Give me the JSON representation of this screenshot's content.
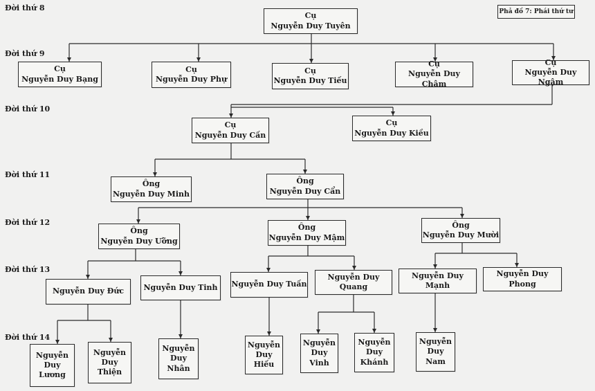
{
  "legend": "Phả đồ 7: Phái thứ tư",
  "generations": {
    "g8": "Đời thứ 8",
    "g9": "Đời thứ 9",
    "g10": "Đời thứ 10",
    "g11": "Đời thứ 11",
    "g12": "Đời thứ 12",
    "g13": "Đời thứ 13",
    "g14": "Đời thứ 14"
  },
  "nodes": {
    "tuyen": [
      "Cụ",
      "Nguyễn Duy Tuyên"
    ],
    "bang": [
      "Cụ",
      "Nguyễn Duy Bạng"
    ],
    "phu": [
      "Cụ",
      "Nguyễn Duy Phự"
    ],
    "tieu": [
      "Cụ",
      "Nguyễn Duy Tiếu"
    ],
    "cham": [
      "Cụ",
      "Nguyễn Duy Châm"
    ],
    "ngam": [
      "Cụ",
      "Nguyễn Duy Ngậm"
    ],
    "can1": [
      "Cụ",
      "Nguyễn Duy Cấn"
    ],
    "kieu": [
      "Cụ",
      "Nguyễn Duy Kiều"
    ],
    "minh": [
      "Ông",
      "Nguyễn Duy Minh"
    ],
    "can2": [
      "Ông",
      "Nguyễn Duy Cẩn"
    ],
    "uong": [
      "Ông",
      "Nguyễn Duy Ưỡng"
    ],
    "mam": [
      "Ông",
      "Nguyễn Duy Mậm"
    ],
    "muoi": [
      "Ông",
      "Nguyễn Duy Mười"
    ],
    "duc": [
      "Nguyễn Duy Đức"
    ],
    "tinh": [
      "Nguyễn Duy Tinh"
    ],
    "tuan": [
      "Nguyễn Duy Tuấn"
    ],
    "quang": [
      "Nguyễn Duy Quang"
    ],
    "manh": [
      "Nguyễn Duy Mạnh"
    ],
    "phong": [
      "Nguyễn Duy Phong"
    ],
    "luong": [
      "Nguyễn",
      "Duy",
      "Lương"
    ],
    "thien": [
      "Nguyễn",
      "Duy",
      "Thiện"
    ],
    "nhan": [
      "Nguyễn",
      "Duy",
      "Nhân"
    ],
    "hieu": [
      "Nguyễn",
      "Duy",
      "Hiếu"
    ],
    "vinh": [
      "Nguyễn",
      "Duy",
      "Vinh"
    ],
    "khanh": [
      "Nguyễn",
      "Duy",
      "Khánh"
    ],
    "nam": [
      "Nguyễn",
      "Duy",
      "Nam"
    ]
  }
}
